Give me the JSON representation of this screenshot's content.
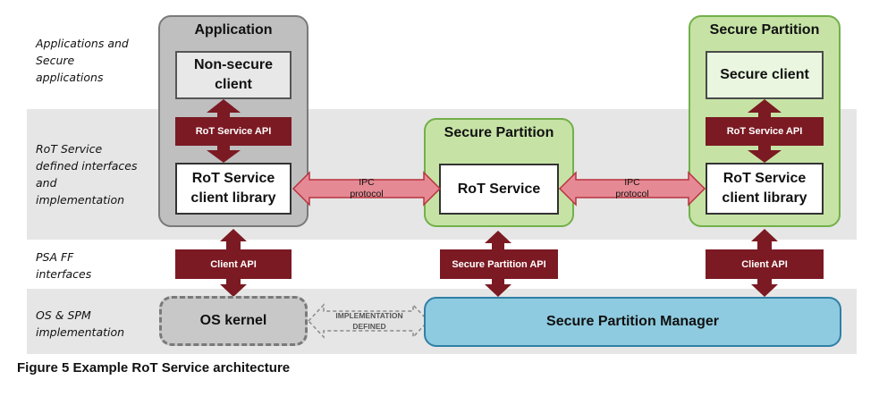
{
  "row_labels": {
    "applications": "Applications and Secure applications",
    "rot_service": "RoT Service defined interfaces and implementation",
    "psa_ff": "PSA FF interfaces",
    "os_spm": "OS & SPM implementation"
  },
  "application": {
    "title": "Application",
    "non_secure_client": "Non-secure client",
    "rot_service_api": "RoT Service API",
    "client_library": "RoT Service client library"
  },
  "secure_partition_middle": {
    "title": "Secure Partition",
    "rot_service": "RoT Service"
  },
  "secure_partition_right": {
    "title": "Secure Partition",
    "secure_client": "Secure client",
    "rot_service_api": "RoT Service API",
    "client_library": "RoT Service client library"
  },
  "ipc_left": {
    "line1": "IPC",
    "line2": "protocol"
  },
  "ipc_right": {
    "line1": "IPC",
    "line2": "protocol"
  },
  "psa_apis": {
    "left": "Client API",
    "middle": "Secure Partition API",
    "right": "Client API"
  },
  "os_kernel": "OS kernel",
  "impl_defined": {
    "line1": "IMPLEMENTATION",
    "line2": "DEFINED"
  },
  "spm": "Secure Partition Manager",
  "caption": "Figure 5 Example RoT Service architecture",
  "colors": {
    "dark_red": "#7b1a23",
    "pink": "#e58a94",
    "green_fill": "#c6e3a5",
    "blue_fill": "#8ecbe0",
    "gray_fill": "#bfbfbf"
  }
}
